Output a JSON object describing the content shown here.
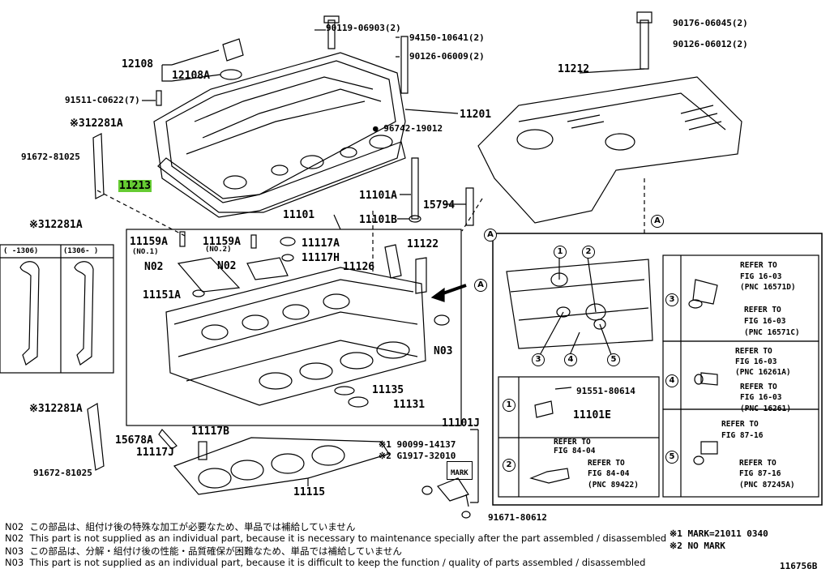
{
  "callouts": {
    "p90119": "90119-06903(2)",
    "p12108": "12108",
    "p12108A": "12108A",
    "p91511": "91511-C0622(7)",
    "p12281A_top": "※312281A",
    "p91672_top": "91672-81025",
    "p11213": "11213",
    "p12281A_mid": "※312281A",
    "p94150": "94150-10641(2)",
    "p90126a": "90126-06009(2)",
    "p11201": "11201",
    "p96742": "96742-19012",
    "p11101A": "11101A",
    "p15794": "15794",
    "p11101B": "11101B",
    "p11101": "11101",
    "p11212": "11212",
    "p90176": "90176-06045(2)",
    "p90126b": "90126-06012(2)",
    "p11159A_1": "11159A",
    "p11159A_1_note": "(NO.1)",
    "p11159A_2": "11159A",
    "p11159A_2_note": "(NO.2)",
    "p11117A": "11117A",
    "p11117H": "11117H",
    "p11122": "11122",
    "p11126": "11126",
    "pN02_a": "N02",
    "pN02_b": "N02",
    "p11151A": "11151A",
    "pN03": "N03",
    "p11135": "11135",
    "p11131": "11131",
    "p12281A_bot": "※312281A",
    "p15678A": "15678A",
    "p11117B": "11117B",
    "p11117J": "11117J",
    "p91672_bot": "91672-81025",
    "p11115": "11115",
    "p11101J": "11101J",
    "p90099": "※1 90099-14137",
    "pG1917": "※2 G1917-32010",
    "pMARK": "MARK",
    "p91671": "91671-80612",
    "view_a": "A",
    "view_a2": "A",
    "view_a3": "A"
  },
  "left_panel": {
    "col1": "(      -1306)",
    "col2": "(1306-     )"
  },
  "detail_panel": {
    "num1": "1",
    "num2": "2",
    "num3": "3",
    "num4": "4",
    "num5": "5",
    "sub1": "1",
    "sub2": "2",
    "sub3": "3",
    "sub4": "4",
    "sub5": "5",
    "p91551": "91551-80614",
    "p11101E": "11101E",
    "r2a": "REFER TO",
    "r2b": "FIG 84-04",
    "r2c": "REFER TO",
    "r2d": "FIG 84-04",
    "r2e": "(PNC 89422)",
    "r3a": "REFER TO",
    "r3b": "FIG 16-03",
    "r3c": "(PNC 16571D)",
    "r3d": "REFER TO",
    "r3e": "FIG 16-03",
    "r3f": "(PNC 16571C)",
    "r4a": "REFER TO",
    "r4b": "FIG 16-03",
    "r4c": "(PNC 16261A)",
    "r4d": "REFER TO",
    "r4e": "FIG 16-03",
    "r4f": "(PNC 16261)",
    "r5a": "REFER TO",
    "r5b": "FIG 87-16",
    "r5c": "REFER TO",
    "r5d": "FIG 87-16",
    "r5e": "(PNC 87245A)"
  },
  "notes": [
    {
      "code": "N02",
      "text": "この部品は、組付け後の特殊な加工が必要なため、単品では補給していません"
    },
    {
      "code": "N02",
      "text": "This part is not supplied as an individual part, because it is necessary to maintenance specially after the part assembled / disassembled"
    },
    {
      "code": "N03",
      "text": "この部品は、分解・組付け後の性能・品質確保が困難なため、単品では補給していません"
    },
    {
      "code": "N03",
      "text": "This part is not supplied as an individual part, because it is difficult to keep the function / quality of parts  assembled / disassembled"
    }
  ],
  "marks": {
    "m1": "※1 MARK=21011 0340",
    "m2": "※2 NO MARK"
  },
  "figure_id": "116756B",
  "colors": {
    "highlight": "#66cc33",
    "line": "#000000"
  }
}
